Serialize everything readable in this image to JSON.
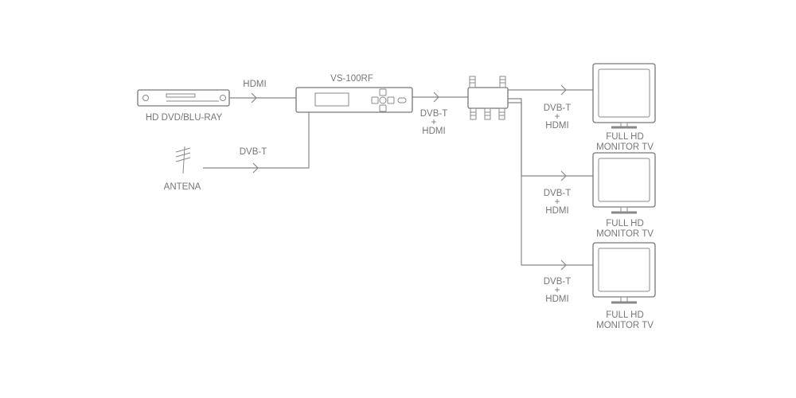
{
  "devices": {
    "player": {
      "label": "HD DVD/BLU-RAY",
      "icon": "bluray-player-icon"
    },
    "antenna": {
      "label": "ANTENA",
      "icon": "antenna-icon"
    },
    "modulator": {
      "label": "VS-100RF",
      "icon": "modulator-icon"
    },
    "splitter": {
      "icon": "splitter-icon"
    },
    "tvs": [
      {
        "line1": "FULL HD",
        "line2": "MONITOR TV",
        "icon": "monitor-tv-icon"
      },
      {
        "line1": "FULL HD",
        "line2": "MONITOR TV",
        "icon": "monitor-tv-icon"
      },
      {
        "line1": "FULL HD",
        "line2": "MONITOR TV",
        "icon": "monitor-tv-icon"
      }
    ]
  },
  "connections": {
    "player_to_modulator": "HDMI",
    "antenna_to_modulator": "DVB-T",
    "modulator_to_splitter": {
      "line1": "DVB-T",
      "line2": "+",
      "line3": "HDMI"
    },
    "splitter_to_tvs": [
      {
        "line1": "DVB-T",
        "line2": "+",
        "line3": "HDMI"
      },
      {
        "line1": "DVB-T",
        "line2": "+",
        "line3": "HDMI"
      },
      {
        "line1": "DVB-T",
        "line2": "+",
        "line3": "HDMI"
      }
    ]
  },
  "colors": {
    "stroke": "#777777",
    "text": "#777777",
    "background": "#ffffff"
  }
}
